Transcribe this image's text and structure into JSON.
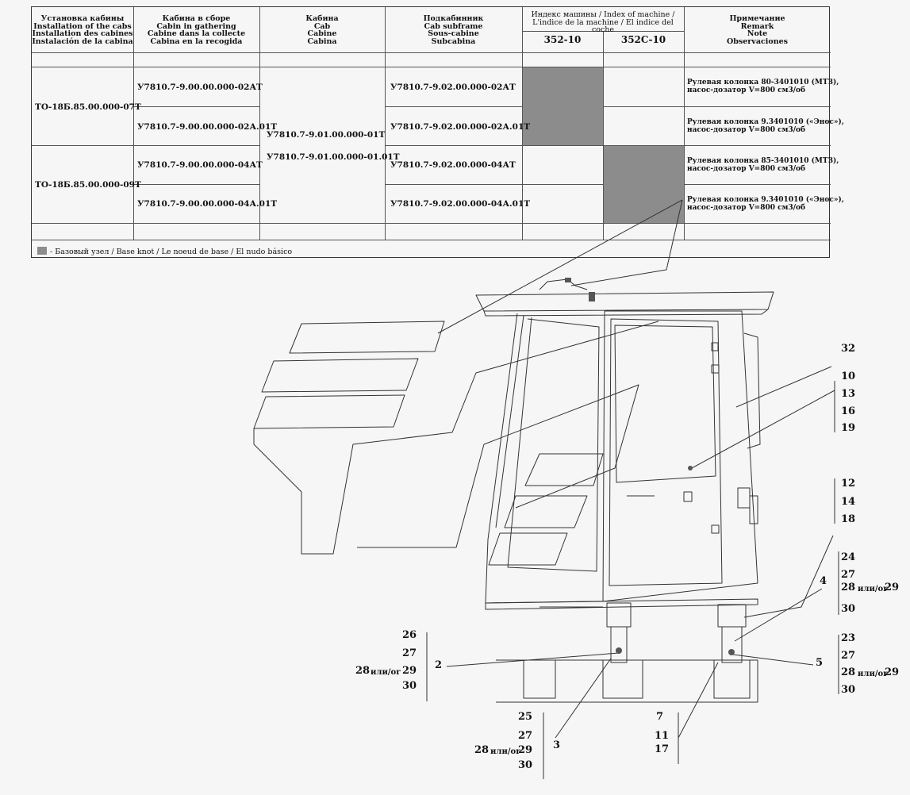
{
  "table": {
    "headers": {
      "installation": [
        "Установка кабины",
        "Installation of the cabs",
        "Installation des cabines",
        "Instalación de la cabina"
      ],
      "assembly": [
        "Кабина в сборе",
        "Cabin in gathering",
        "Cabine dans la collecte",
        "Cabina en la recogida"
      ],
      "cab": [
        "Кабина",
        "Cab",
        "Cabine",
        "Cabina"
      ],
      "subframe": [
        "Подкабинник",
        "Cab subframe",
        "Sous-cabine",
        "Subcabina"
      ],
      "index": [
        "Индекс машины / Index of machine /",
        "L'indice de la machine / El indice del coche"
      ],
      "models": [
        "352-10",
        "352С-10"
      ],
      "note": [
        "Примечание",
        "Remark",
        "Note",
        "Observaciones"
      ]
    },
    "rows": [
      {
        "install": "ТО-18Б.85.00.000-07Т",
        "assembly": "У7810.7-9.00.00.000-02АТ",
        "subframe": "У7810.7-9.02.00.000-02АТ",
        "base": "352-10",
        "note": [
          "Рулевая колонка 80-3401010 (МТЗ),",
          "насос-дозатор V=800 см3/об"
        ]
      },
      {
        "install": "",
        "assembly": "У7810.7-9.00.00.000-02А.01Т",
        "subframe": "У7810.7-9.02.00.000-02А.01Т",
        "base": "352-10",
        "note": [
          "Рулевая колонка 9.3401010 («Энос»),",
          "насос-дозатор V=800 см3/об"
        ]
      },
      {
        "install": "ТО-18Б.85.00.000-09Т",
        "assembly": "У7810.7-9.00.00.000-04АТ",
        "subframe": "У7810.7-9.02.00.000-04АТ",
        "base": "352С-10",
        "note": [
          "Рулевая колонка 85-3401010 (МТЗ),",
          "насос-дозатор V=800 см3/об"
        ]
      },
      {
        "install": "",
        "assembly": "У7810.7-9.00.00.000-04А.01Т",
        "subframe": "У7810.7-9.02.00.000-04А.01Т",
        "base": "352С-10",
        "note": [
          "Рулевая колонка 9.3401010 («Энос»),",
          "насос-дозатор V=800 см3/об"
        ]
      }
    ],
    "cab_codes": [
      "У7810.7-9.01.00.000-01Т",
      "У7810.7-9.01.00.000-01.01Т"
    ],
    "legend": "- Базовый узел / Base knot / Le noeud de base / El nudo básico",
    "colors": {
      "base_shade": "#8c8c8c"
    }
  },
  "callouts": {
    "c32": "32",
    "c10": "10",
    "c13": "13",
    "c16": "16",
    "c19": "19",
    "c12": "12",
    "c14": "14",
    "c18": "18",
    "c24": "24",
    "c27a": "27",
    "c28a": "28",
    "or_a": "или/or",
    "c29a": "29",
    "c30a": "30",
    "c4": "4",
    "c5": "5",
    "c23": "23",
    "c27b": "27",
    "c28b": "28",
    "or_b": "или/or",
    "c29b": "29",
    "c30b": "30",
    "c26": "26",
    "c27c": "27",
    "c28c": "28",
    "or_c": "или/or",
    "c29c": "29",
    "c30c": "30",
    "c2": "2",
    "c25": "25",
    "c27d": "27",
    "c28d": "28",
    "or_d": "или/or",
    "c29d": "29",
    "c30d": "30",
    "c3": "3",
    "c7": "7",
    "c11": "11",
    "c17": "17"
  }
}
